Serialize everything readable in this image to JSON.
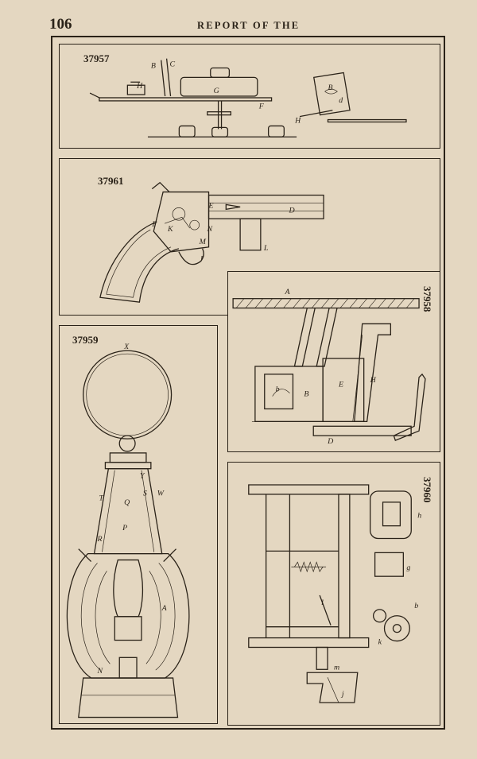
{
  "header": {
    "page_number": "106",
    "running_title": "REPORT OF THE"
  },
  "figures": [
    {
      "id": "37957",
      "labels": [
        "B",
        "C",
        "G",
        "H",
        "F",
        "B",
        "d",
        "H"
      ]
    },
    {
      "id": "37961",
      "labels": [
        "D",
        "F",
        "K",
        "L",
        "r",
        "M",
        "N",
        "E"
      ]
    },
    {
      "id": "37958",
      "labels": [
        "A",
        "E",
        "H",
        "B",
        "b",
        "D"
      ]
    },
    {
      "id": "37959",
      "labels": [
        "X",
        "Y",
        "W",
        "T",
        "S",
        "Q",
        "P",
        "R",
        "A",
        "N"
      ]
    },
    {
      "id": "37960",
      "labels": [
        "h",
        "g",
        "l",
        "b",
        "k",
        "m",
        "j"
      ]
    }
  ]
}
